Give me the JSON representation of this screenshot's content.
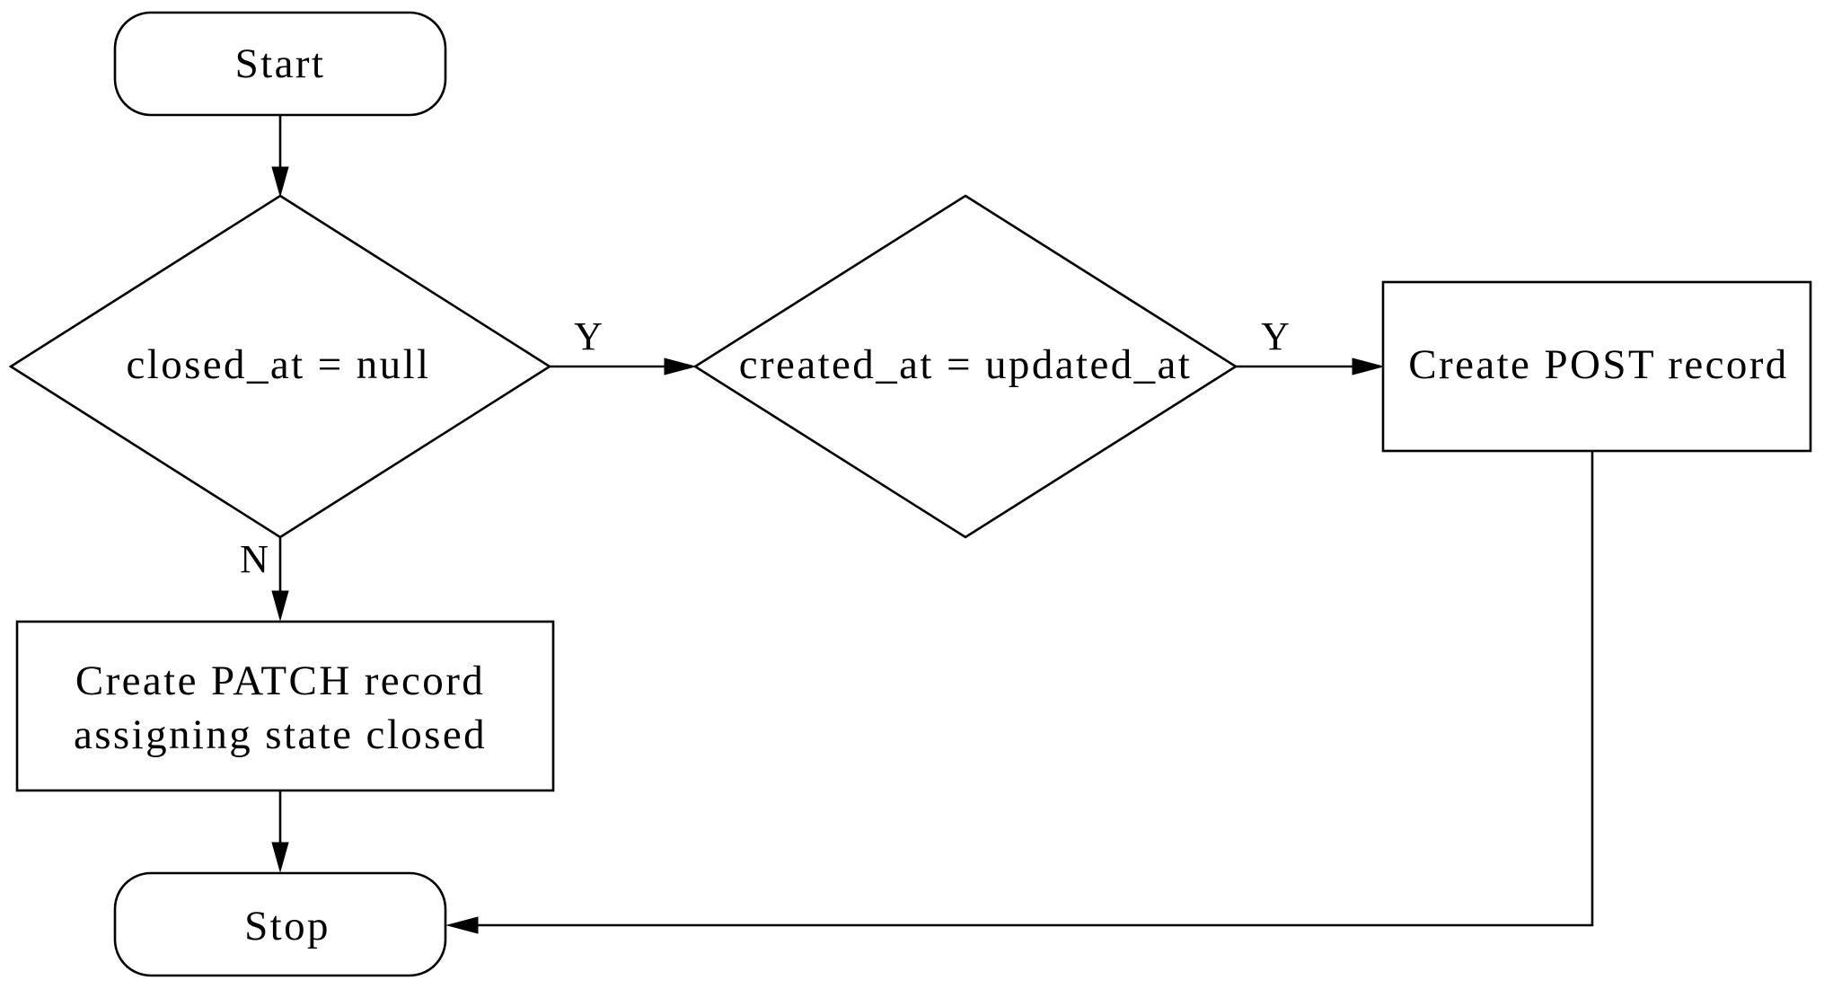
{
  "nodes": {
    "start": {
      "label": "Start"
    },
    "decision_closed": {
      "label": "closed_at = null"
    },
    "decision_created": {
      "label": "created_at = updated_at"
    },
    "post_record": {
      "label": "Create POST record"
    },
    "patch_record": {
      "line1": "Create PATCH record",
      "line2": "assigning state closed"
    },
    "stop": {
      "label": "Stop"
    }
  },
  "edges": {
    "closed_yes": {
      "label": "Y"
    },
    "created_yes": {
      "label": "Y"
    },
    "closed_no": {
      "label": "N"
    }
  },
  "colors": {
    "stroke": "#000000",
    "background": "#ffffff"
  }
}
